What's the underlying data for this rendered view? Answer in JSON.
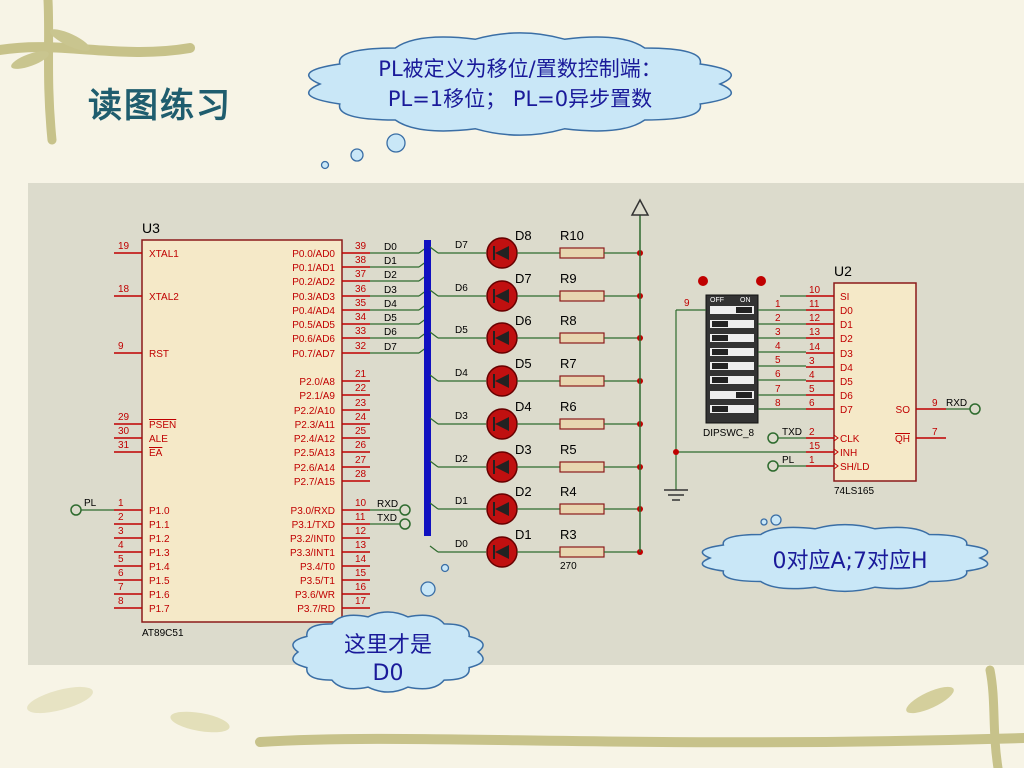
{
  "slide": {
    "title": "读图练习",
    "bubble_top_line1": "PL被定义为移位/置数控制端：",
    "bubble_top_line2": "PL=1移位； PL=0异步置数",
    "bubble_right": "0对应A;7对应H",
    "bubble_bottom_line1": "这里才是",
    "bubble_bottom_line2": "D0"
  },
  "colors": {
    "schematic_bg": "#dcdbcc",
    "wire": "#2e6b2e",
    "pin": "#c00000",
    "component_outline": "#8b1a1a",
    "component_fill": "#f5e9c8",
    "bus": "#1010c0",
    "cloud_fill": "#c9e7f7",
    "cloud_stroke": "#3a6ea5",
    "text_blue": "#1a1a9a",
    "title": "#1f5d6e"
  },
  "mcu": {
    "ref": "U3",
    "part": "AT89C51",
    "left_pins": [
      {
        "num": "19",
        "name": "XTAL1"
      },
      {
        "num": "18",
        "name": "XTAL2"
      },
      {
        "num": "9",
        "name": "RST"
      },
      {
        "num": "29",
        "name": "PSEN"
      },
      {
        "num": "30",
        "name": "ALE"
      },
      {
        "num": "31",
        "name": "EA"
      },
      {
        "num": "1",
        "name": "P1.0"
      },
      {
        "num": "2",
        "name": "P1.1"
      },
      {
        "num": "3",
        "name": "P1.2"
      },
      {
        "num": "4",
        "name": "P1.3"
      },
      {
        "num": "5",
        "name": "P1.4"
      },
      {
        "num": "6",
        "name": "P1.5"
      },
      {
        "num": "7",
        "name": "P1.6"
      },
      {
        "num": "8",
        "name": "P1.7"
      }
    ],
    "right_pins": [
      {
        "num": "39",
        "name": "P0.0/AD0"
      },
      {
        "num": "38",
        "name": "P0.1/AD1"
      },
      {
        "num": "37",
        "name": "P0.2/AD2"
      },
      {
        "num": "36",
        "name": "P0.3/AD3"
      },
      {
        "num": "35",
        "name": "P0.4/AD4"
      },
      {
        "num": "34",
        "name": "P0.5/AD5"
      },
      {
        "num": "33",
        "name": "P0.6/AD6"
      },
      {
        "num": "32",
        "name": "P0.7/AD7"
      },
      {
        "num": "21",
        "name": "P2.0/A8"
      },
      {
        "num": "22",
        "name": "P2.1/A9"
      },
      {
        "num": "23",
        "name": "P2.2/A10"
      },
      {
        "num": "24",
        "name": "P2.3/A11"
      },
      {
        "num": "25",
        "name": "P2.4/A12"
      },
      {
        "num": "26",
        "name": "P2.5/A13"
      },
      {
        "num": "27",
        "name": "P2.6/A14"
      },
      {
        "num": "28",
        "name": "P2.7/A15"
      },
      {
        "num": "10",
        "name": "P3.0/RXD"
      },
      {
        "num": "11",
        "name": "P3.1/TXD"
      },
      {
        "num": "12",
        "name": "P3.2/INT0"
      },
      {
        "num": "13",
        "name": "P3.3/INT1"
      },
      {
        "num": "14",
        "name": "P3.4/T0"
      },
      {
        "num": "15",
        "name": "P3.5/T1"
      },
      {
        "num": "16",
        "name": "P3.6/WR"
      },
      {
        "num": "17",
        "name": "P3.7/RD"
      }
    ],
    "p0_nets": [
      "D0",
      "D1",
      "D2",
      "D3",
      "D4",
      "D5",
      "D6",
      "D7"
    ],
    "pl_label": "PL",
    "rxd_label": "RXD",
    "txd_label": "TXD"
  },
  "leds": [
    {
      "name": "D8",
      "net": "D7",
      "res": "R10"
    },
    {
      "name": "D7",
      "net": "D6",
      "res": "R9"
    },
    {
      "name": "D6",
      "net": "D5",
      "res": "R8"
    },
    {
      "name": "D5",
      "net": "D4",
      "res": "R7"
    },
    {
      "name": "D4",
      "net": "D3",
      "res": "R6"
    },
    {
      "name": "D3",
      "net": "D2",
      "res": "R5"
    },
    {
      "name": "D2",
      "net": "D1",
      "res": "R4"
    },
    {
      "name": "D1",
      "net": "D0",
      "res": "R3"
    }
  ],
  "resistor_value": "270",
  "dipswitch": {
    "part": "DIPSWC_8",
    "off": "OFF",
    "on": "ON",
    "pin_left": "9",
    "pins_right": [
      "1",
      "2",
      "3",
      "4",
      "5",
      "6",
      "7",
      "8"
    ]
  },
  "shiftreg": {
    "ref": "U2",
    "part": "74LS165",
    "left_pins": [
      {
        "num": "10",
        "name": "SI"
      },
      {
        "num": "11",
        "name": "D0"
      },
      {
        "num": "12",
        "name": "D1"
      },
      {
        "num": "13",
        "name": "D2"
      },
      {
        "num": "14",
        "name": "D3"
      },
      {
        "num": "3",
        "name": "D4"
      },
      {
        "num": "4",
        "name": "D5"
      },
      {
        "num": "5",
        "name": "D6"
      },
      {
        "num": "6",
        "name": "D7"
      },
      {
        "num": "2",
        "name": "CLK"
      },
      {
        "num": "15",
        "name": "INH"
      },
      {
        "num": "1",
        "name": "SH/LD"
      }
    ],
    "right_pins": [
      {
        "num": "9",
        "name": "SO"
      },
      {
        "num": "7",
        "name": "QH"
      }
    ],
    "txd_label": "TXD",
    "pl_label": "PL",
    "rxd_label": "RXD"
  }
}
